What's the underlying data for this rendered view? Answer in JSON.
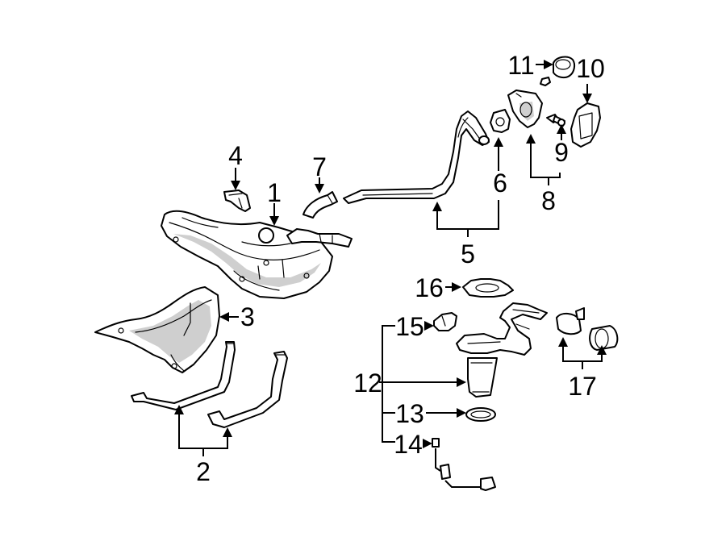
{
  "callouts": {
    "c1": "1",
    "c2": "2",
    "c3": "3",
    "c4": "4",
    "c5": "5",
    "c6": "6",
    "c7": "7",
    "c8": "8",
    "c9": "9",
    "c10": "10",
    "c11": "11",
    "c12": "12",
    "c13": "13",
    "c14": "14",
    "c15": "15",
    "c16": "16",
    "c17": "17"
  },
  "colors": {
    "ink": "#000000",
    "paper": "#ffffff",
    "shade": "#cfcfcf"
  }
}
